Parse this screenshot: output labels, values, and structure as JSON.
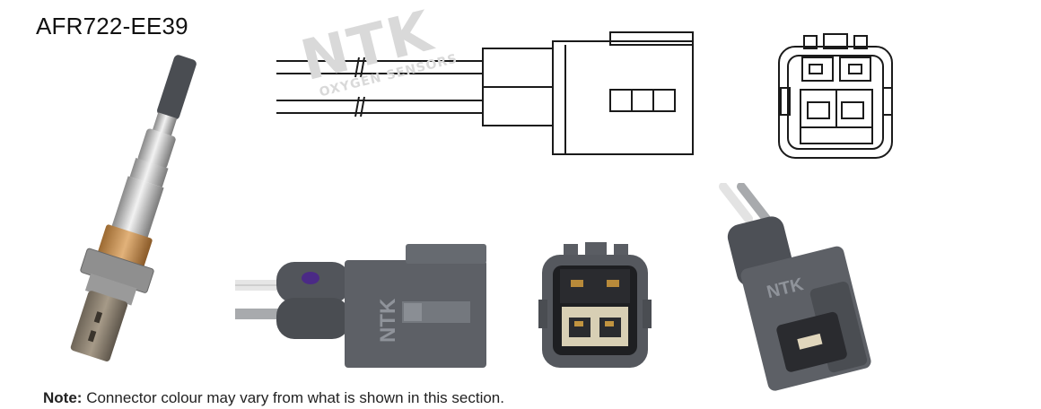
{
  "product": {
    "part_number": "AFR722-EE39"
  },
  "note": {
    "label": "Note:",
    "text": "Connector colour may vary from what is shown in this section."
  },
  "watermark": {
    "brand": "NTK",
    "tagline": "OXYGEN SENSORS"
  },
  "connector_branding": {
    "side_text": "NTK",
    "angled_text": "NTK"
  },
  "colors": {
    "connector_grey": "#5d6066",
    "connector_dark": "#3d3f44",
    "seal_purple": "#4b2a86",
    "sensor_brass": "#c08a4a",
    "line_art": "#1a1a1a"
  }
}
